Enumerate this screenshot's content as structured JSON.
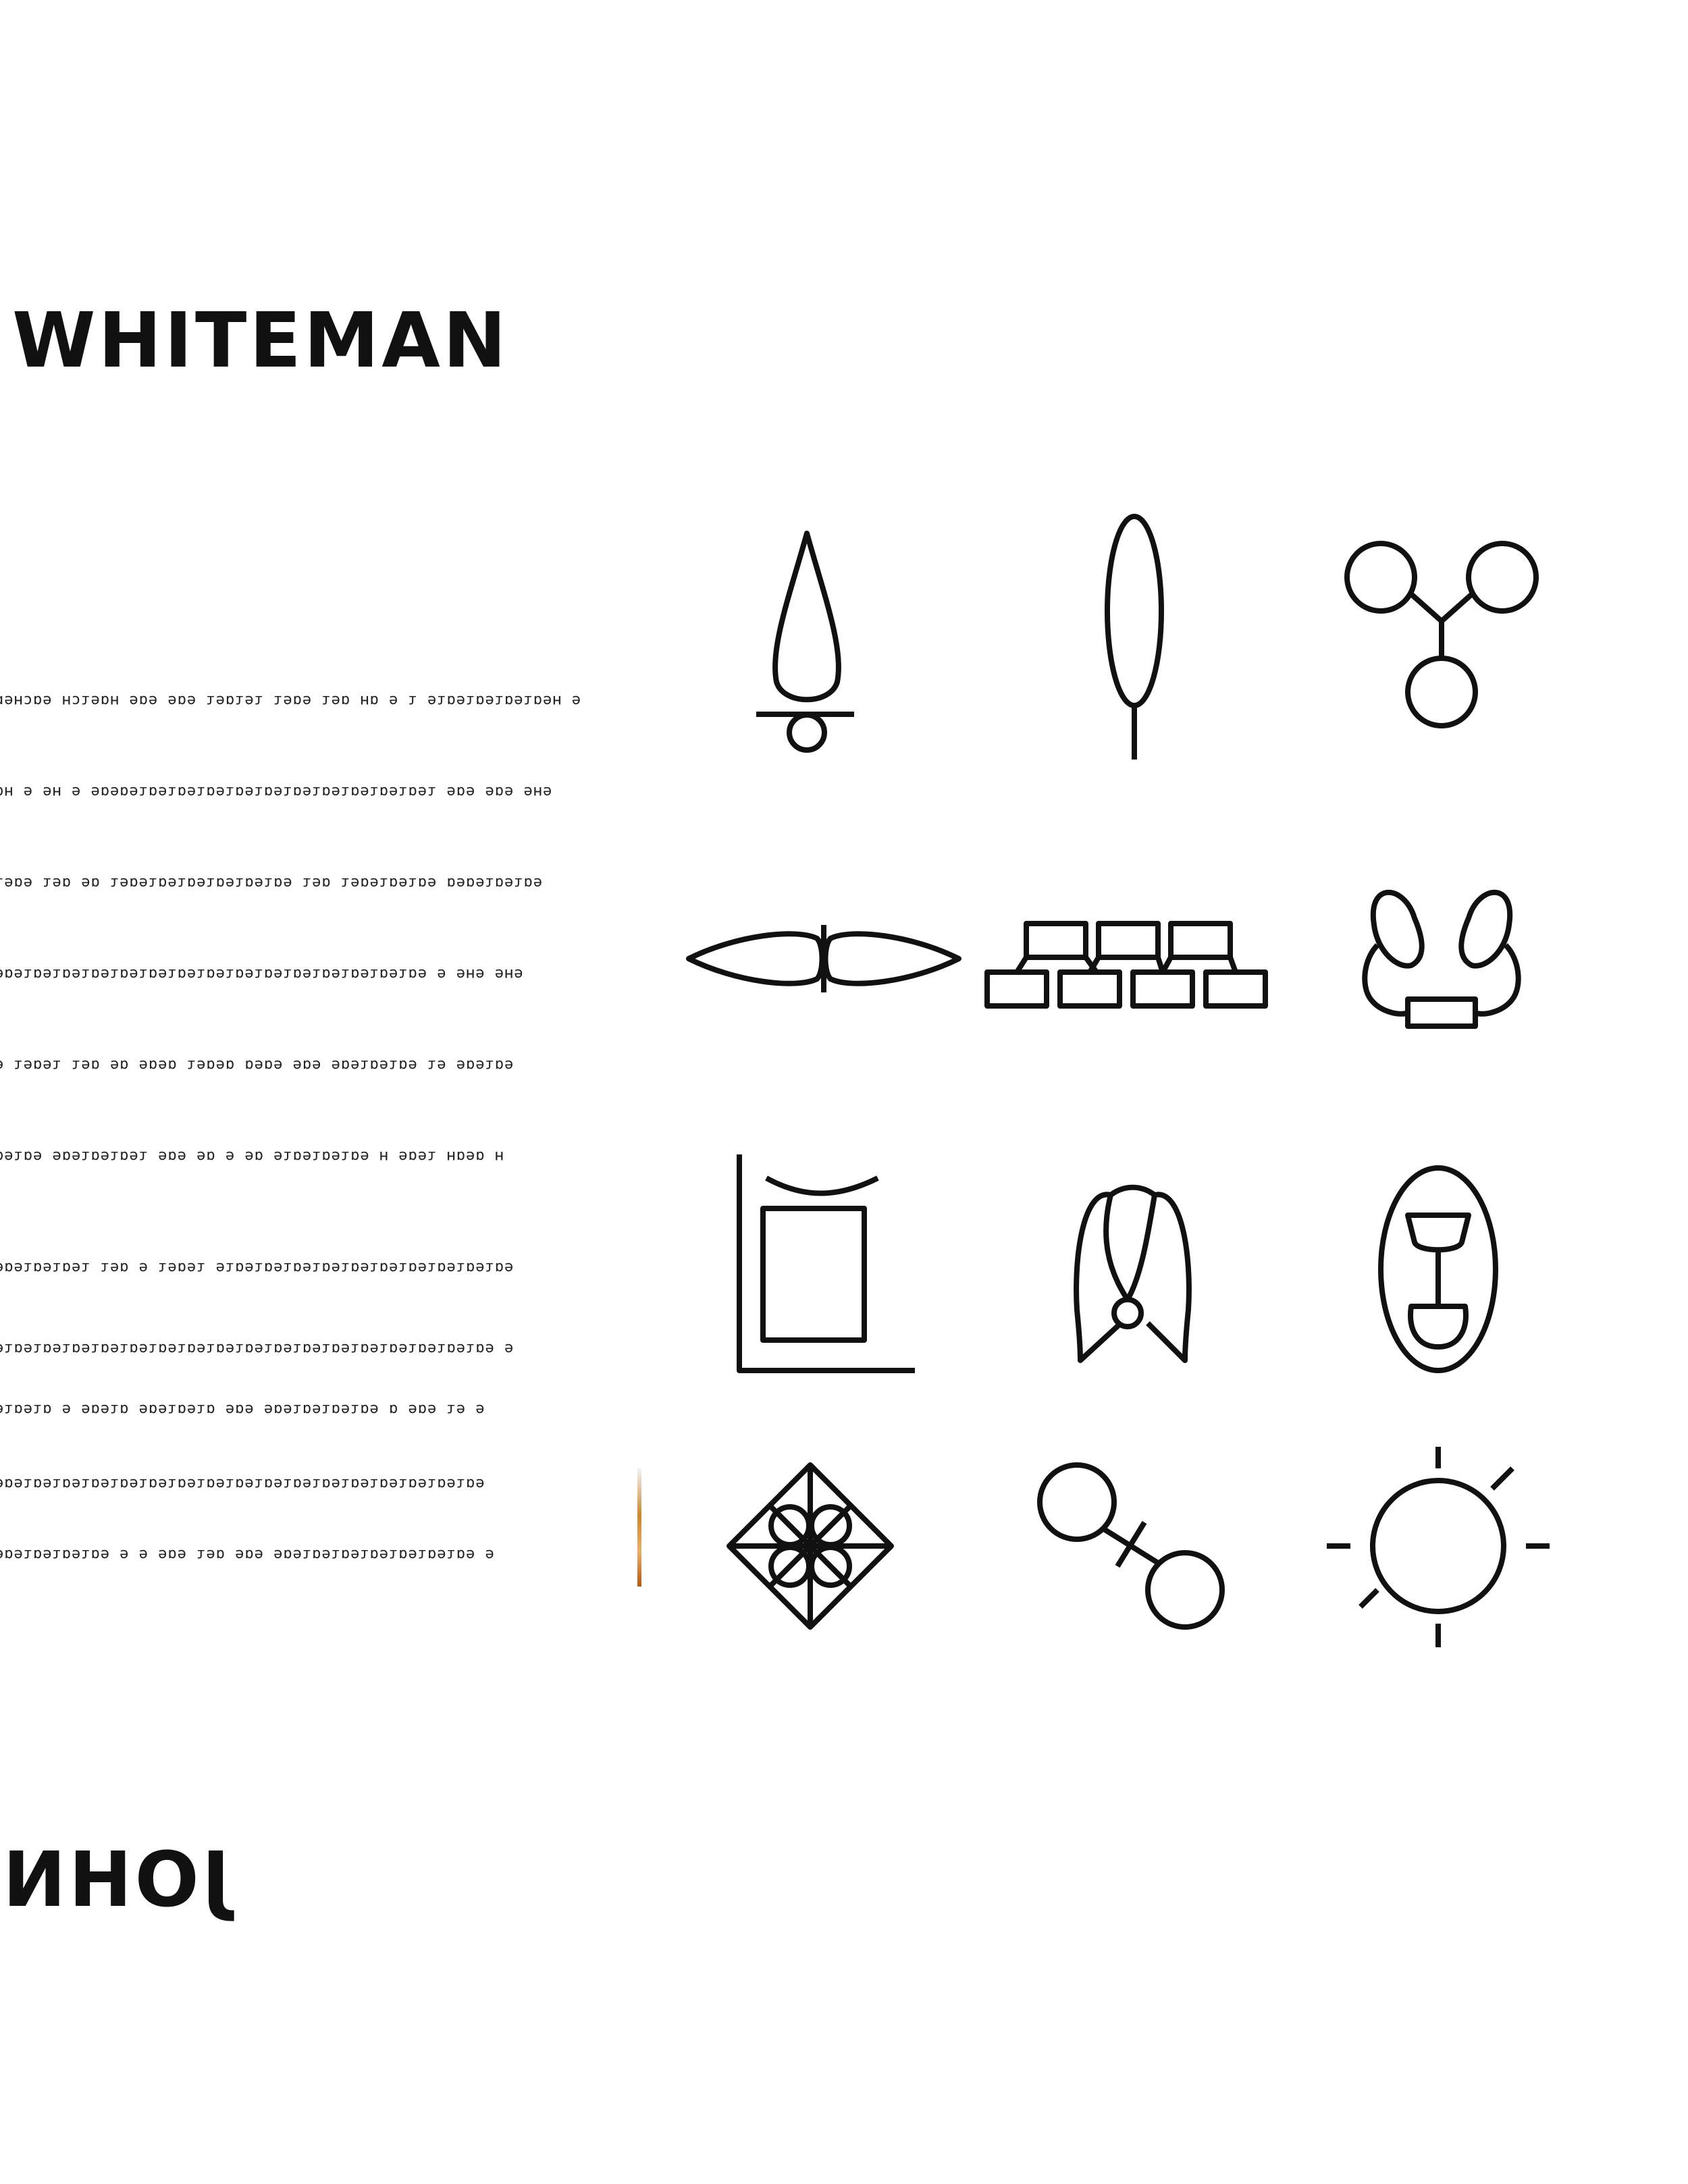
{
  "poster": {
    "top_title": "WHITEMAN",
    "bottom_title": "JOHN"
  },
  "typewritten_text": {
    "lines": [
      "ɑɘʜɔɒɘ ʜɔɿɘɒʜ ɘɒɘ ɘɒɘ ɿɘɒɿɘɿ ɿɘɒɘ ɿɘɒ ʜɒ ɘ ɿ ɘɿɒɘɿɒɘɿɒɘɿɒɘʜ ɘ",
      "ɒʜ ɘ ɘʜ ɘ ɘɒɘɒɘɿɒɘɿɒɘɿɒɘɿɒɘɿɒɘɿɒɘɿɒɘɿɒɘɿɒɘɿɒɘɿ ɘɒɘ ɘɒɘ ɘʜɘ",
      "ɿɘɒɘ ɿɘɒ ɘɒ ɿɘɒɘɿɒɘɿɒɘɿɒɘɿɒɘɿɒɘ ɿɘɒ ɿɘɒɘɿɒɘɿɒɘ ɒɘɒɘɿɒɘɿɒɘ",
      "ɘɒɘɿɒɘɿɒɘɿɒɘɿɒɘɿɒɘɿɒɘɿɒɘɿɒɘɿɒɘɿɒɘɿɒɘɿɒɘɿɒɘɿɒɘ ɘ ɘʜɘ ɘʜɘ",
      "ɘ ɿɘɒɘɿ ɿɘɒ ɘɒ ɘɒɘɒ ɿɘɒɘɒ ɒɘɒɘ ɘɒɘ ɘɒɘɿɒɘɿɒɘ ɿɘ ɘɒɘɿɒɘ",
      "ɒɘɿɒɘ ɘɒɘɿɒɘɿɒɘɿ ɘɒɘ ɘɒ ɘ ɘɒ ɘɿɒɘɿɒɘɿɒɘ ʜ ɘɒɘɿ ʜɒɘɒ ʜ",
      "ɘɒɘɿɒɘɿɒɘɿ ɿɘɒ ɘ ɿɘɒɘɿ ɘɿɒɘɿɒɘɿɒɘɿɒɘɿɒɘɿɒɘɿɒɘɿɒɘɿɒɘɿɒɘ",
      "ɘɿɒɘɿɒɘɿɒɘɿɒɘɿɒɘɿɒɘɿɒɘɿɒɘɿɒɘɿɒɘɿɒɘɿɒɘɿɒɘɿɒɘɿɒɘɿɒɘɿɒɘ ɘ",
      "ɘɿɒɘɿɒ ɘ ɘɒɘɿɒ ɘɒɘɿɒɘɿɒ ɘɒɘ ɘɒɘɿɒɘɿɒɘɿɒɘ ɒ ɘɒɘ ɿɘ ɘ",
      "ɘɒɘɿɒɘɿɒɘɿɒɘɿɒɘɿɒɘɿɒɘɿɒɘɿɒɘɿɒɘɿɒɘɿɒɘɿɒɘɿɒɘɿɒɘɿɒɘɿɒɘ",
      "ɘɒɘɿɒɘɿɒɘɿɒɘ ɘ ɘ ɘɒɘ ɿɘɒ ɘɒɘ ɘɒɘɿɒɘɿɒɘɿɒɘɿɒɘɿɒɘɿɒɘ ɘ"
    ]
  },
  "symbols": [
    {
      "name": "flame-on-base-icon"
    },
    {
      "name": "leaf-on-stem-icon"
    },
    {
      "name": "three-circles-icon"
    },
    {
      "name": "double-leaf-icon"
    },
    {
      "name": "brick-boxes-icon"
    },
    {
      "name": "two-ovals-with-bar-icon"
    },
    {
      "name": "corner-frame-icon"
    },
    {
      "name": "looped-figure-icon"
    },
    {
      "name": "goblet-in-oval-icon"
    },
    {
      "name": "diamond-four-circles-icon"
    },
    {
      "name": "two-circles-crossed-link-icon"
    },
    {
      "name": "sun-icon"
    }
  ],
  "colors": {
    "ink": "#111111",
    "paper": "#ffffff",
    "stain": "#c9882e"
  }
}
